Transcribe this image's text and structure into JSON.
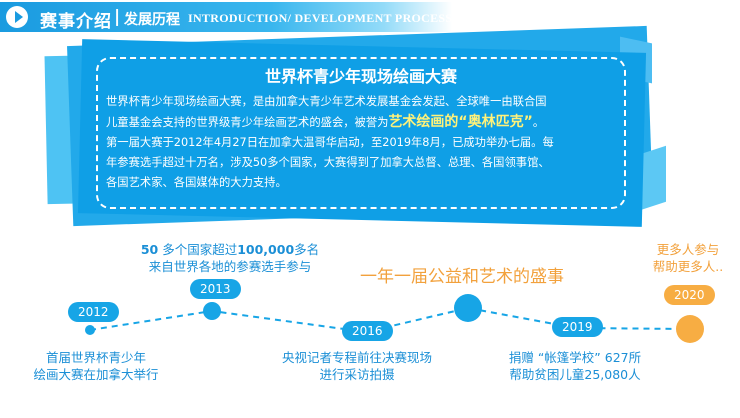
{
  "header": {
    "title": "赛事介绍",
    "separator": "|",
    "subtitle": "发展历程",
    "english": "INTRODUCTION/ DEVELOPMENT PROCESS"
  },
  "card": {
    "title": "世界杯青少年现场绘画大赛",
    "line1": "世界杯青少年现场绘画大赛，是由加拿大青少年艺术发展基金会发起、全球唯一由联合国",
    "line2_pre": "儿童基金会支持的世界级青少年绘画艺术的盛会，被誉为",
    "line2_highlight": "艺术绘画的“奥林匹克”",
    "line2_post": "。",
    "line3": "第一届大赛于2012年4月27日在加拿大温哥华启动，至2019年8月，已成功举办七届。每",
    "line4": "年参赛选手超过十万名，涉及50多个国家，大赛得到了加拿大总督、总理、各国领事馆、",
    "line5": "各国艺术家、各国媒体的大力支持。"
  },
  "timeline": {
    "tagline": "一年一届公益和艺术的盛事",
    "milestones": [
      {
        "year": "2012",
        "line1": "首届世界杯青少年",
        "line2": "绘画大赛在加拿大举行"
      },
      {
        "year": "2013",
        "line1_a": "50",
        "line1_b": " 多个国家超过",
        "line1_c": "100,000",
        "line1_d": "多名",
        "line2": "来自世界各地的参赛选手参与"
      },
      {
        "year": "2016",
        "line1": "央视记者专程前往决赛现场",
        "line2": "进行采访拍摄"
      },
      {
        "year": "2019",
        "line1": "捐赠 “帐篷学校”  627所",
        "line2": "帮助贫困儿童25,080人"
      },
      {
        "year": "2020",
        "line1": "更多人参与",
        "line2": "帮助更多人.."
      }
    ]
  },
  "colors": {
    "primary_blue": "#17a5e6",
    "highlight_yellow": "#fff27a",
    "accent_orange": "#f7ad43"
  }
}
